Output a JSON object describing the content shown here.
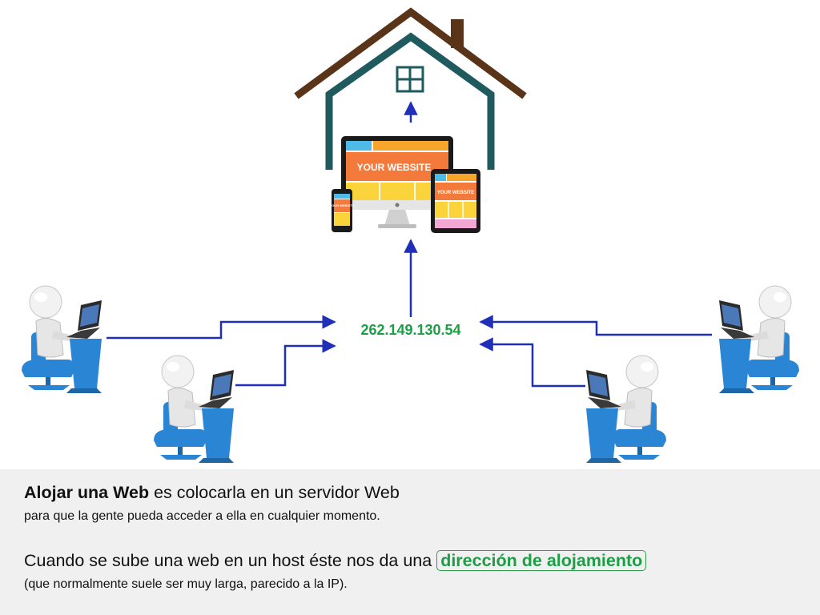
{
  "colors": {
    "arrow": "#1f2fb8",
    "ip_text": "#1c9e45",
    "highlight_text": "#1c9e45",
    "house_roof": "#5a3418",
    "house_wall": "#1e5a5e",
    "site_orange": "#f47a3c",
    "site_yellow": "#fbd33a",
    "site_blue": "#4fb9e8",
    "chair_blue": "#2a86d4",
    "caption_bg": "#f0f0f0"
  },
  "devices": {
    "monitor_text": "YOUR WEBSITE",
    "tablet_text": "YOUR WEBSITE",
    "phone_text": "YOUR WEBSITE"
  },
  "ip_address": "262.149.130.54",
  "users": [
    {
      "icon": "user-at-laptop-icon"
    },
    {
      "icon": "user-at-laptop-icon"
    },
    {
      "icon": "user-at-laptop-icon"
    },
    {
      "icon": "user-at-laptop-icon"
    }
  ],
  "caption": {
    "line1_bold": "Alojar una Web",
    "line1_rest": " es colocarla en un servidor Web",
    "line2": "para que la gente pueda acceder a ella en cualquier momento.",
    "line3_text": "Cuando se sube una web en un host éste nos da una ",
    "line3_highlight": "dirección de alojamiento",
    "line4": "(que normalmente suele ser muy larga, parecido a la IP)."
  }
}
